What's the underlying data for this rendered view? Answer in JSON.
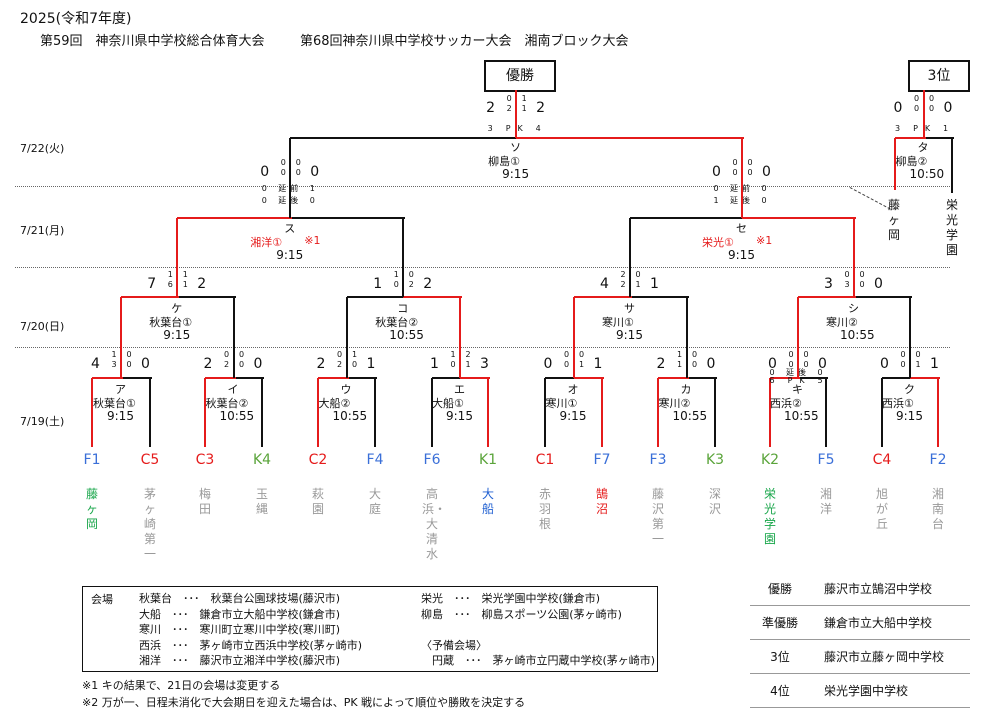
{
  "header": {
    "year": "2025(令和7年度)",
    "title1": "第59回　神奈川県中学校総合体育大会",
    "title2": "第68回神奈川県中学校サッカー大会　湘南ブロック大会"
  },
  "dates": {
    "d1": "7/22(火)",
    "d2": "7/21(月)",
    "d3": "7/20(日)",
    "d4": "7/19(土)"
  },
  "boxes": {
    "champion": "優勝",
    "third": "3位"
  },
  "teams": [
    {
      "code": "F1",
      "name": "藤ヶ岡",
      "color": "#18a64a",
      "code_color": "#3a6fd8"
    },
    {
      "code": "C5",
      "name": "茅ヶ崎第一",
      "color": "#999999",
      "code_color": "#e51b1b"
    },
    {
      "code": "C3",
      "name": "梅田",
      "color": "#999999",
      "code_color": "#e51b1b"
    },
    {
      "code": "K4",
      "name": "玉縄",
      "color": "#999999",
      "code_color": "#5aa43a"
    },
    {
      "code": "C2",
      "name": "萩園",
      "color": "#999999",
      "code_color": "#e51b1b"
    },
    {
      "code": "F4",
      "name": "大庭",
      "color": "#999999",
      "code_color": "#3a6fd8"
    },
    {
      "code": "F6",
      "name": "高浜・大清水",
      "color": "#999999",
      "code_color": "#3a6fd8"
    },
    {
      "code": "K1",
      "name": "大船",
      "color": "#1f5fd1",
      "code_color": "#5aa43a"
    },
    {
      "code": "C1",
      "name": "赤羽根",
      "color": "#999999",
      "code_color": "#e51b1b"
    },
    {
      "code": "F7",
      "name": "鵠沼",
      "color": "#e51b1b",
      "code_color": "#3a6fd8"
    },
    {
      "code": "F3",
      "name": "藤沢第一",
      "color": "#999999",
      "code_color": "#3a6fd8"
    },
    {
      "code": "K3",
      "name": "深沢",
      "color": "#999999",
      "code_color": "#5aa43a"
    },
    {
      "code": "K2",
      "name": "栄光学園",
      "color": "#18a64a",
      "code_color": "#5aa43a"
    },
    {
      "code": "F5",
      "name": "湘洋",
      "color": "#999999",
      "code_color": "#3a6fd8"
    },
    {
      "code": "C4",
      "name": "旭が丘",
      "color": "#999999",
      "code_color": "#e51b1b"
    },
    {
      "code": "F2",
      "name": "湘南台",
      "color": "#999999",
      "code_color": "#3a6fd8"
    }
  ],
  "r1": [
    {
      "id": "ア",
      "venue": "秋葉台①",
      "time": "9:15",
      "sl": "4",
      "sr": "0",
      "h1": [
        "1",
        "0"
      ],
      "h2": [
        "3",
        "0"
      ]
    },
    {
      "id": "イ",
      "venue": "秋葉台②",
      "time": "10:55",
      "sl": "2",
      "sr": "0",
      "h1": [
        "0",
        "0"
      ],
      "h2": [
        "2",
        "0"
      ]
    },
    {
      "id": "ウ",
      "venue": "大船②",
      "time": "10:55",
      "sl": "2",
      "sr": "1",
      "h1": [
        "0",
        "1"
      ],
      "h2": [
        "2",
        "0"
      ]
    },
    {
      "id": "エ",
      "venue": "大船①",
      "time": "9:15",
      "sl": "1",
      "sr": "3",
      "h1": [
        "1",
        "2"
      ],
      "h2": [
        "0",
        "1"
      ]
    },
    {
      "id": "オ",
      "venue": "寒川①",
      "time": "9:15",
      "sl": "0",
      "sr": "1",
      "h1": [
        "0",
        "0"
      ],
      "h2": [
        "0",
        "1"
      ]
    },
    {
      "id": "カ",
      "venue": "寒川②",
      "time": "10:55",
      "sl": "2",
      "sr": "0",
      "h1": [
        "1",
        "0"
      ],
      "h2": [
        "1",
        "0"
      ]
    },
    {
      "id": "キ",
      "venue": "西浜②",
      "time": "10:55",
      "sl": "0",
      "sr": "0",
      "h1": [
        "0",
        "0"
      ],
      "h2": [
        "0",
        "0"
      ],
      "ex": [
        "0",
        "延",
        "後",
        "0"
      ],
      "pk": [
        "6",
        "P",
        "K",
        "5"
      ]
    },
    {
      "id": "ク",
      "venue": "西浜①",
      "time": "9:15",
      "sl": "0",
      "sr": "1",
      "h1": [
        "0",
        "0"
      ],
      "h2": [
        "0",
        "1"
      ]
    }
  ],
  "r2": [
    {
      "id": "ケ",
      "venue": "秋葉台①",
      "time": "9:15",
      "sl": "7",
      "sr": "2",
      "h1": [
        "1",
        "1"
      ],
      "h2": [
        "6",
        "1"
      ]
    },
    {
      "id": "コ",
      "venue": "秋葉台②",
      "time": "10:55",
      "sl": "1",
      "sr": "2",
      "h1": [
        "1",
        "0"
      ],
      "h2": [
        "0",
        "2"
      ]
    },
    {
      "id": "サ",
      "venue": "寒川①",
      "time": "9:15",
      "sl": "4",
      "sr": "1",
      "h1": [
        "2",
        "0"
      ],
      "h2": [
        "2",
        "1"
      ]
    },
    {
      "id": "シ",
      "venue": "寒川②",
      "time": "10:55",
      "sl": "3",
      "sr": "0",
      "h1": [
        "0",
        "0"
      ],
      "h2": [
        "3",
        "0"
      ]
    }
  ],
  "r3": [
    {
      "id": "ス",
      "venue": "湘洋①",
      "note": "※1",
      "time": "9:15",
      "sl": "0",
      "sr": "0",
      "h1": [
        "0",
        "0"
      ],
      "h2": [
        "0",
        "0"
      ],
      "ex1": [
        "0",
        "延",
        "前",
        "1"
      ],
      "ex2": [
        "0",
        "延",
        "後",
        "0"
      ]
    },
    {
      "id": "セ",
      "venue": "栄光①",
      "note": "※1",
      "time": "9:15",
      "sl": "0",
      "sr": "0",
      "h1": [
        "0",
        "0"
      ],
      "h2": [
        "0",
        "0"
      ],
      "ex1": [
        "0",
        "延",
        "前",
        "0"
      ],
      "ex2": [
        "1",
        "延",
        "後",
        "0"
      ]
    }
  ],
  "final": {
    "id": "ソ",
    "venue": "柳島①",
    "time": "9:15",
    "sl": "2",
    "sr": "2",
    "h1": [
      "0",
      "1"
    ],
    "h2": [
      "2",
      "1"
    ],
    "pk": [
      "3",
      "P",
      "K",
      "4"
    ]
  },
  "third": {
    "id": "タ",
    "venue": "柳島②",
    "time": "10:50",
    "sl": "0",
    "sr": "0",
    "h1": [
      "0",
      "0"
    ],
    "h2": [
      "0",
      "0"
    ],
    "pk": [
      "3",
      "P",
      "K",
      "1"
    ],
    "left": "藤ヶ岡",
    "right": "栄光学園"
  },
  "venues": {
    "label": "会場",
    "left": [
      "秋葉台　･･･　秋葉台公園球技場(藤沢市)",
      "大船　･･･　鎌倉市立大船中学校(鎌倉市)",
      "寒川　･･･　寒川町立寒川中学校(寒川町)",
      "西浜　･･･　茅ヶ崎市立西浜中学校(茅ヶ崎市)",
      "湘洋　･･･　藤沢市立湘洋中学校(藤沢市)"
    ],
    "right": [
      "栄光　･･･　栄光学園中学校(鎌倉市)",
      "柳島　･･･　柳島スポーツ公園(茅ヶ崎市)",
      "",
      "〈予備会場〉",
      "　円蔵　･･･　茅ヶ崎市立円蔵中学校(茅ヶ崎市)"
    ]
  },
  "notes": [
    "※1 キの結果で、21日の会場は変更する",
    "※2 万が一、日程未消化で大会期日を迎えた場合は、PK 戦によって順位や勝敗を決定する"
  ],
  "results": [
    {
      "rank": "優勝",
      "school": "藤沢市立鵠沼中学校"
    },
    {
      "rank": "準優勝",
      "school": "鎌倉市立大船中学校"
    },
    {
      "rank": "3位",
      "school": "藤沢市立藤ヶ岡中学校"
    },
    {
      "rank": "4位",
      "school": "栄光学園中学校"
    }
  ]
}
